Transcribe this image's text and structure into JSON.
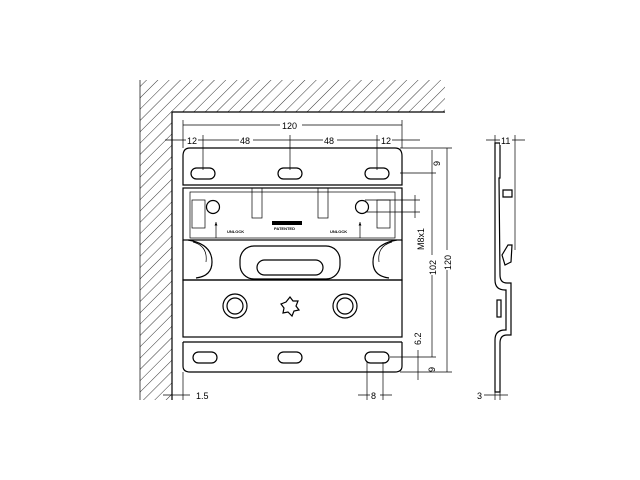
{
  "drawing": {
    "plate_labels": {
      "unlock_left": "UNLOCK",
      "unlock_right": "UNLOCK",
      "patent_mark": "PATENTED"
    },
    "dimensions": {
      "overall_width": "120",
      "edge_left": "12",
      "pitch_left": "48",
      "pitch_right": "48",
      "edge_right": "12",
      "top_offset": "9",
      "thread": "M8x1",
      "slot_spacing": "102",
      "overall_height": "120",
      "lower_offset": "6.2",
      "bottom_offset": "9",
      "wall_gap": "1.5",
      "slot_width": "8",
      "side_depth": "11",
      "side_thickness": "3"
    }
  }
}
